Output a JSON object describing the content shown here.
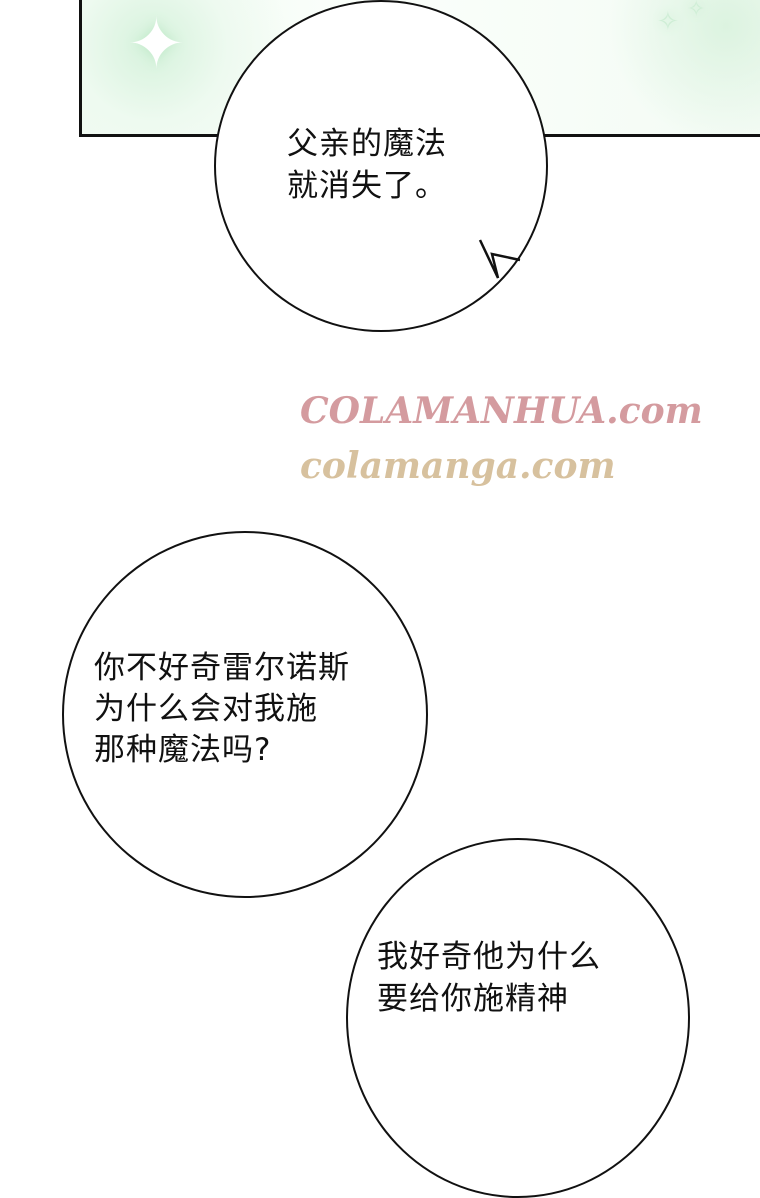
{
  "bubbles": [
    {
      "lines": [
        "父亲的魔法",
        "就消失了。"
      ]
    },
    {
      "lines": [
        "你不好奇雷尔诺斯",
        "为什么会对我施",
        "那种魔法吗?"
      ]
    },
    {
      "lines": [
        "我好奇他为什么",
        "要给你施精神"
      ]
    }
  ],
  "watermark": {
    "line1": "COLAMANHUA.com",
    "line2": "colamanga.com"
  },
  "colors": {
    "panel_tint": "#e6f7e9",
    "outline": "#111111"
  }
}
